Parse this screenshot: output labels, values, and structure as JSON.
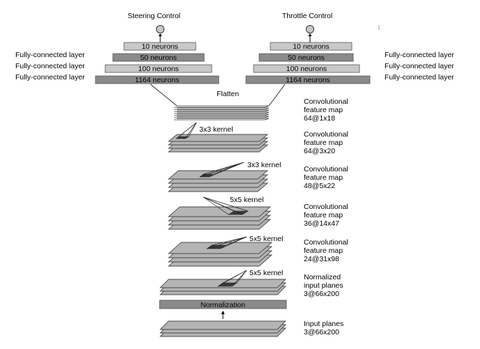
{
  "outputs": {
    "steering": "Steering Control",
    "throttle": "Throttle Control"
  },
  "fc_layers": [
    "10 neurons",
    "50 neurons",
    "100 neurons",
    "1164 neurons"
  ],
  "fc_side_label": "Fully-connected layer",
  "flatten_label": "Flatten",
  "normalization_label": "Normalization",
  "kernels": [
    "3x3 kernel",
    "3x3 kernel",
    "5x5 kernel",
    "5x5 kernel",
    "5x5 kernel"
  ],
  "feature_maps": [
    {
      "lines": [
        "Convolutional",
        "feature map",
        "64@1x18"
      ]
    },
    {
      "lines": [
        "Convolutional",
        "feature map",
        "64@3x20"
      ]
    },
    {
      "lines": [
        "Convolutional",
        "feature map",
        "48@5x22"
      ]
    },
    {
      "lines": [
        "Convolutional",
        "feature map",
        "36@14x47"
      ]
    },
    {
      "lines": [
        "Convolutional",
        "feature map",
        "24@31x98"
      ]
    },
    {
      "lines": [
        "Normalized",
        "input planes",
        "3@66x200"
      ]
    },
    {
      "lines": [
        "Input planes",
        "3@66x200"
      ]
    }
  ],
  "colors": {
    "plane_fill": "#b4b4b4",
    "plane_stroke": "#4a4a4a",
    "bar_light": "#c8c8c8",
    "bar_mid": "#a8a8a8",
    "bar_dark": "#8a8a8a",
    "node_fill": "#c8c8c8"
  }
}
